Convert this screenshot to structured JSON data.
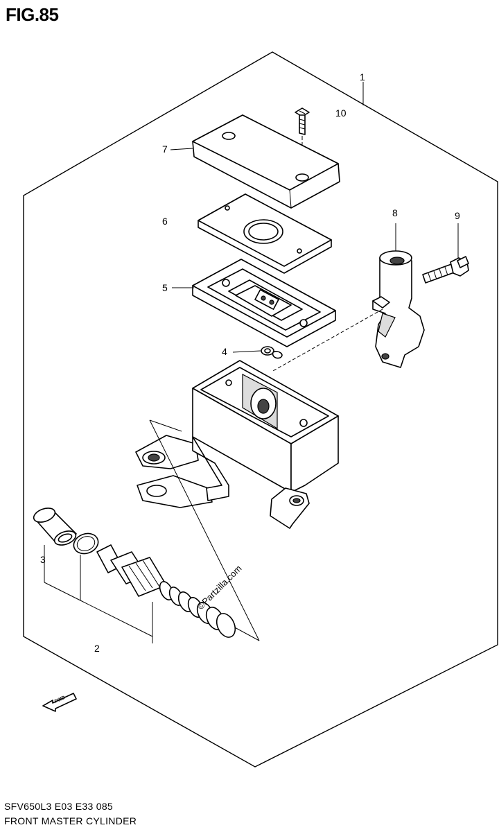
{
  "figure": {
    "title": "FIG.85",
    "model_code": "SFV650L3  E03  E33  085",
    "part_name": "FRONT MASTER CYLINDER",
    "watermark": "©Partzilla.com",
    "fwd_label": "FWD"
  },
  "callouts": [
    {
      "number": "1"
    },
    {
      "number": "10"
    },
    {
      "number": "7"
    },
    {
      "number": "8"
    },
    {
      "number": "9"
    },
    {
      "number": "6"
    },
    {
      "number": "5"
    },
    {
      "number": "4"
    },
    {
      "number": "3"
    },
    {
      "number": "2"
    }
  ]
}
